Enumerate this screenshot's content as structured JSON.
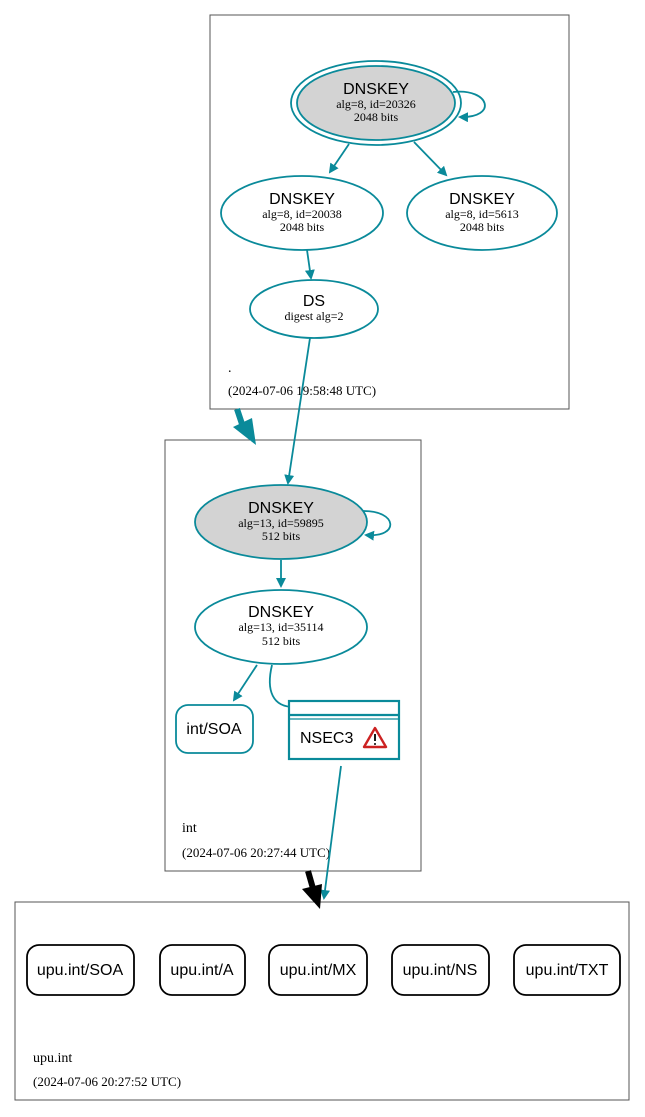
{
  "colors": {
    "edge": "#0a8a9a",
    "ksk_fill": "#d3d3d3",
    "zone_border": "#555555",
    "delegation_secure": "#0a8a9a",
    "delegation_insecure": "#000000",
    "warning": "#cc2222"
  },
  "zones": {
    "root": {
      "name": ".",
      "timestamp": "(2024-07-06 19:58:48 UTC)",
      "nodes": {
        "ksk": {
          "title": "DNSKEY",
          "line1": "alg=8, id=20326",
          "line2": "2048 bits"
        },
        "zsk1": {
          "title": "DNSKEY",
          "line1": "alg=8, id=20038",
          "line2": "2048 bits"
        },
        "zsk2": {
          "title": "DNSKEY",
          "line1": "alg=8, id=5613",
          "line2": "2048 bits"
        },
        "ds": {
          "title": "DS",
          "line1": "digest alg=2"
        }
      }
    },
    "int": {
      "name": "int",
      "timestamp": "(2024-07-06 20:27:44 UTC)",
      "nodes": {
        "ksk": {
          "title": "DNSKEY",
          "line1": "alg=13, id=59895",
          "line2": "512 bits"
        },
        "zsk": {
          "title": "DNSKEY",
          "line1": "alg=13, id=35114",
          "line2": "512 bits"
        },
        "soa": {
          "label": "int/SOA"
        },
        "nsec3": {
          "label": "NSEC3",
          "icon": "warning-icon"
        }
      }
    },
    "upu": {
      "name": "upu.int",
      "timestamp": "(2024-07-06 20:27:52 UTC)",
      "records": [
        "upu.int/SOA",
        "upu.int/A",
        "upu.int/MX",
        "upu.int/NS",
        "upu.int/TXT"
      ]
    }
  }
}
